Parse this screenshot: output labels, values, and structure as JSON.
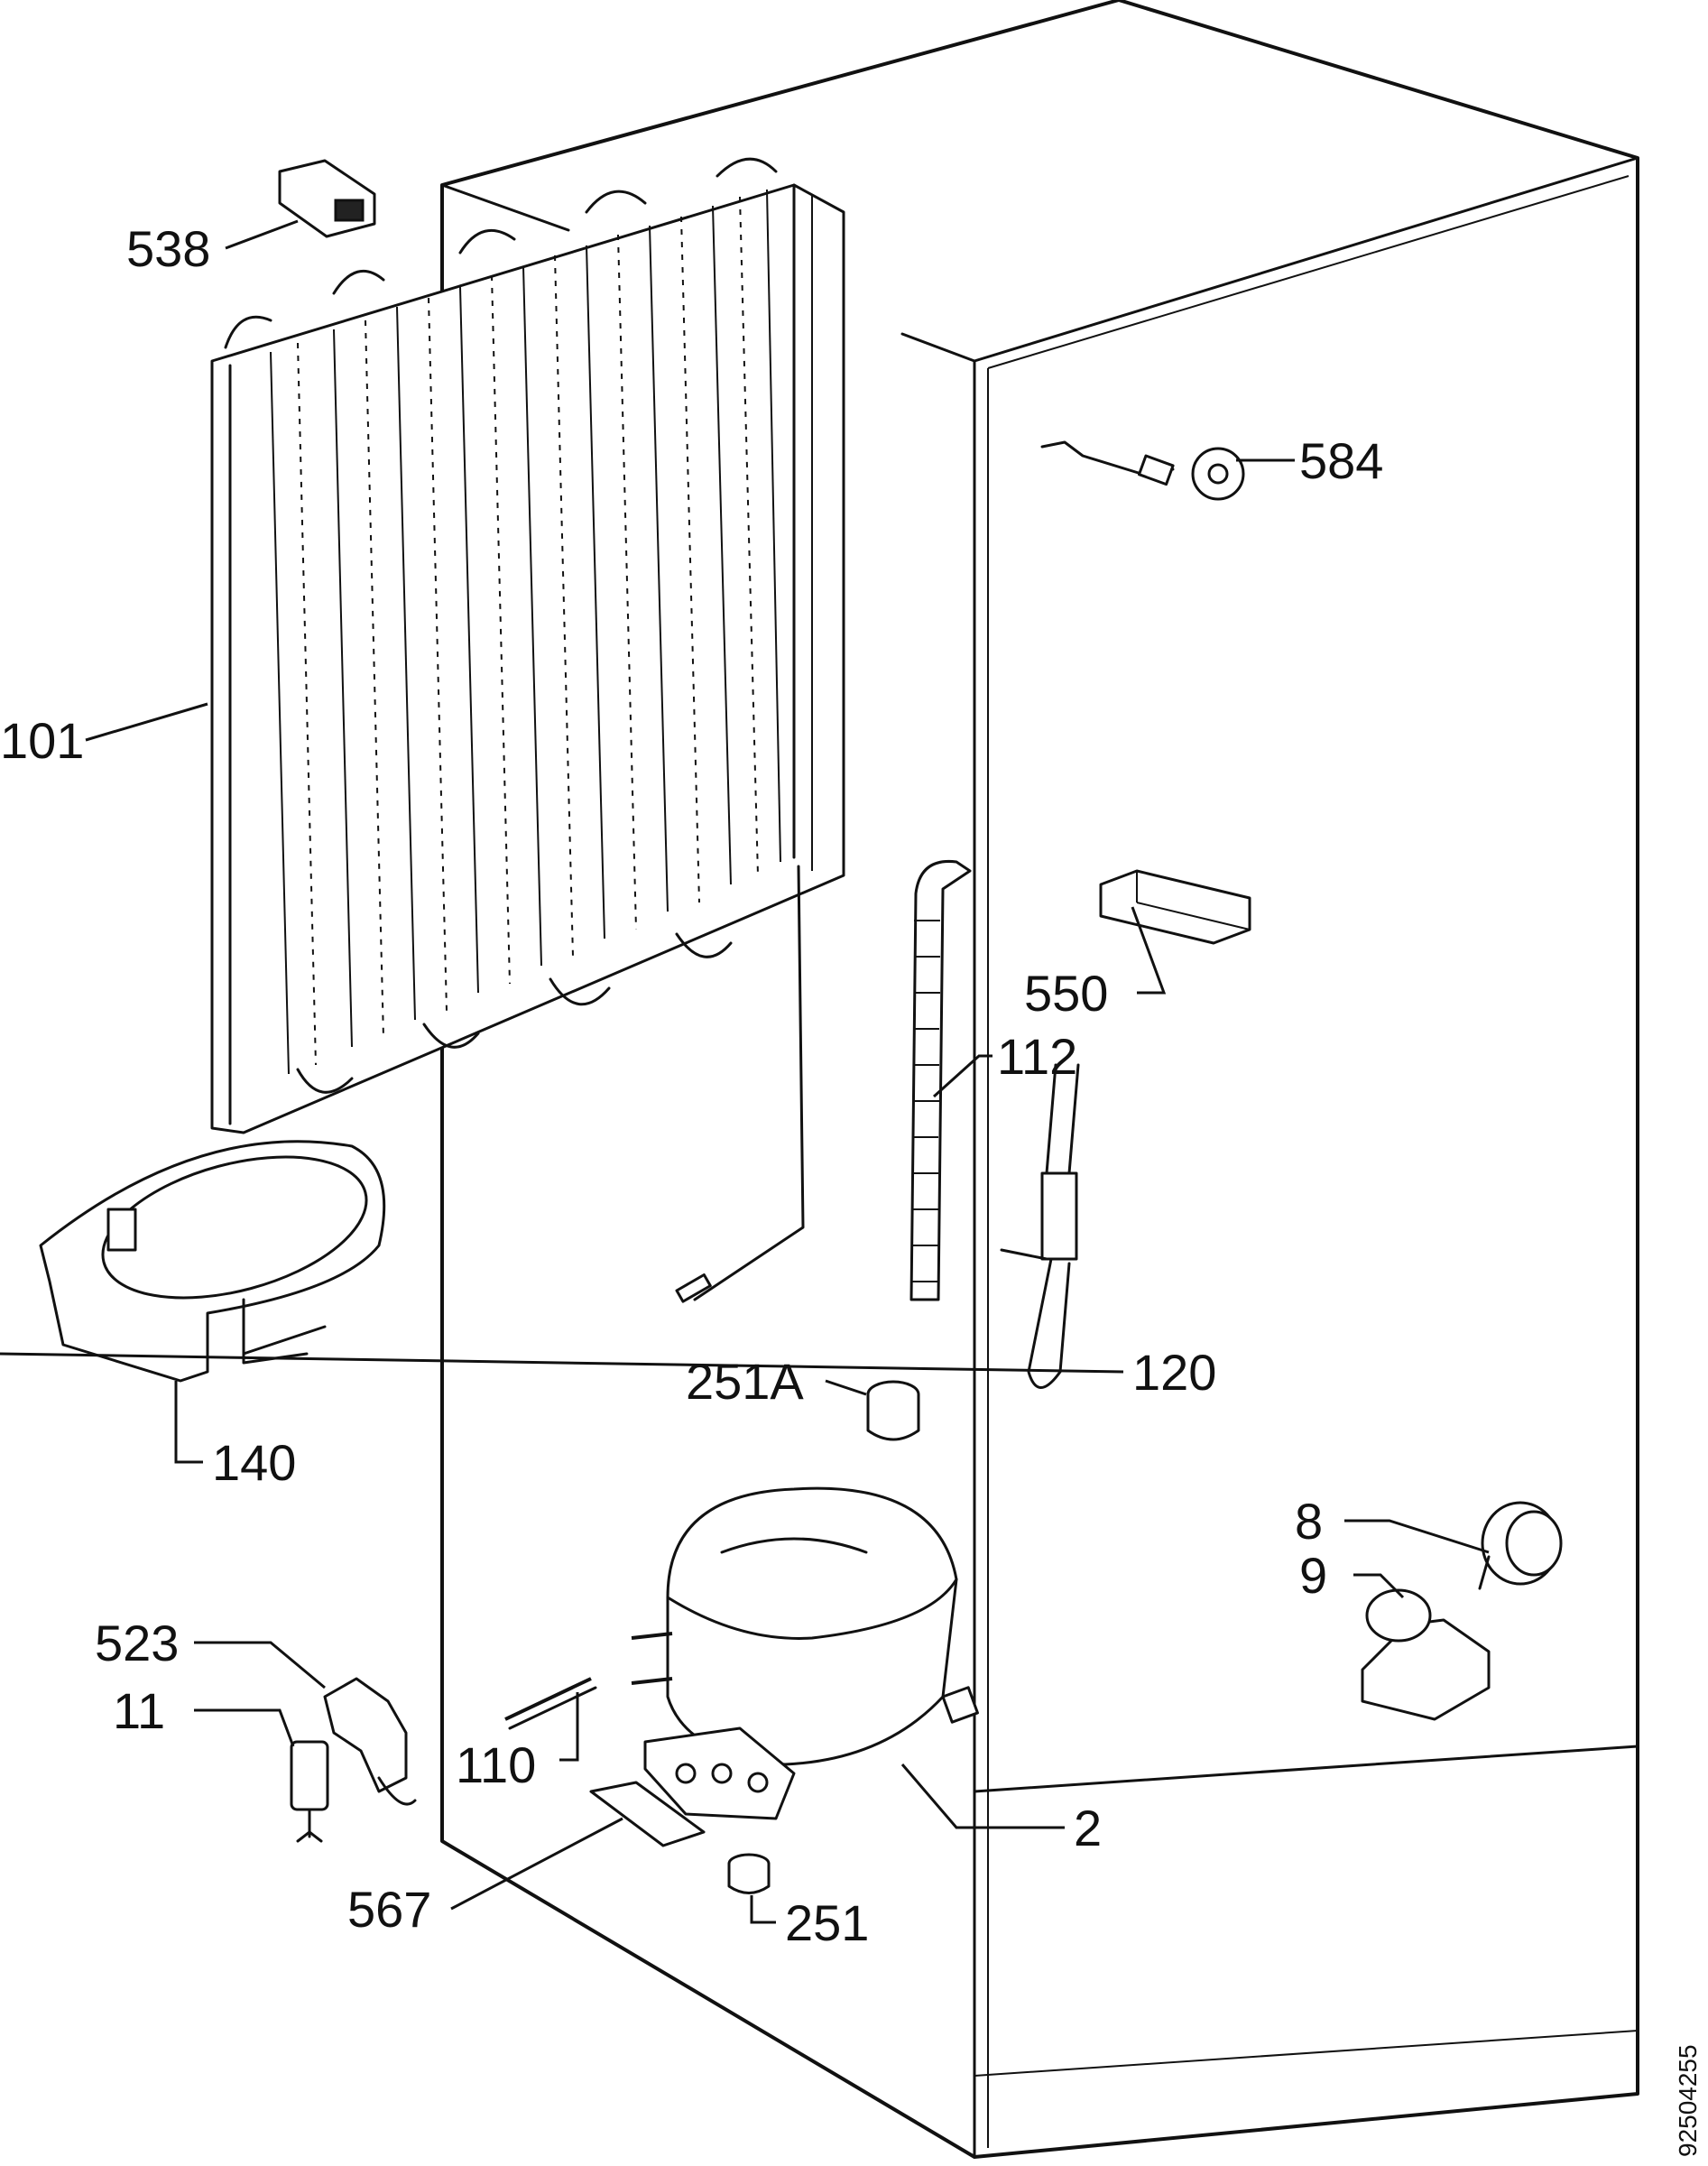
{
  "diagram": {
    "reference_code": "92504255",
    "callouts": {
      "c538": "538",
      "c584": "584",
      "c101": "101",
      "c550": "550",
      "c112": "112",
      "c120": "120",
      "c251a": "251A",
      "c140": "140",
      "c8": "8",
      "c9": "9",
      "c523": "523",
      "c11": "11",
      "c110": "110",
      "c2": "2",
      "c567": "567",
      "c251": "251"
    }
  }
}
